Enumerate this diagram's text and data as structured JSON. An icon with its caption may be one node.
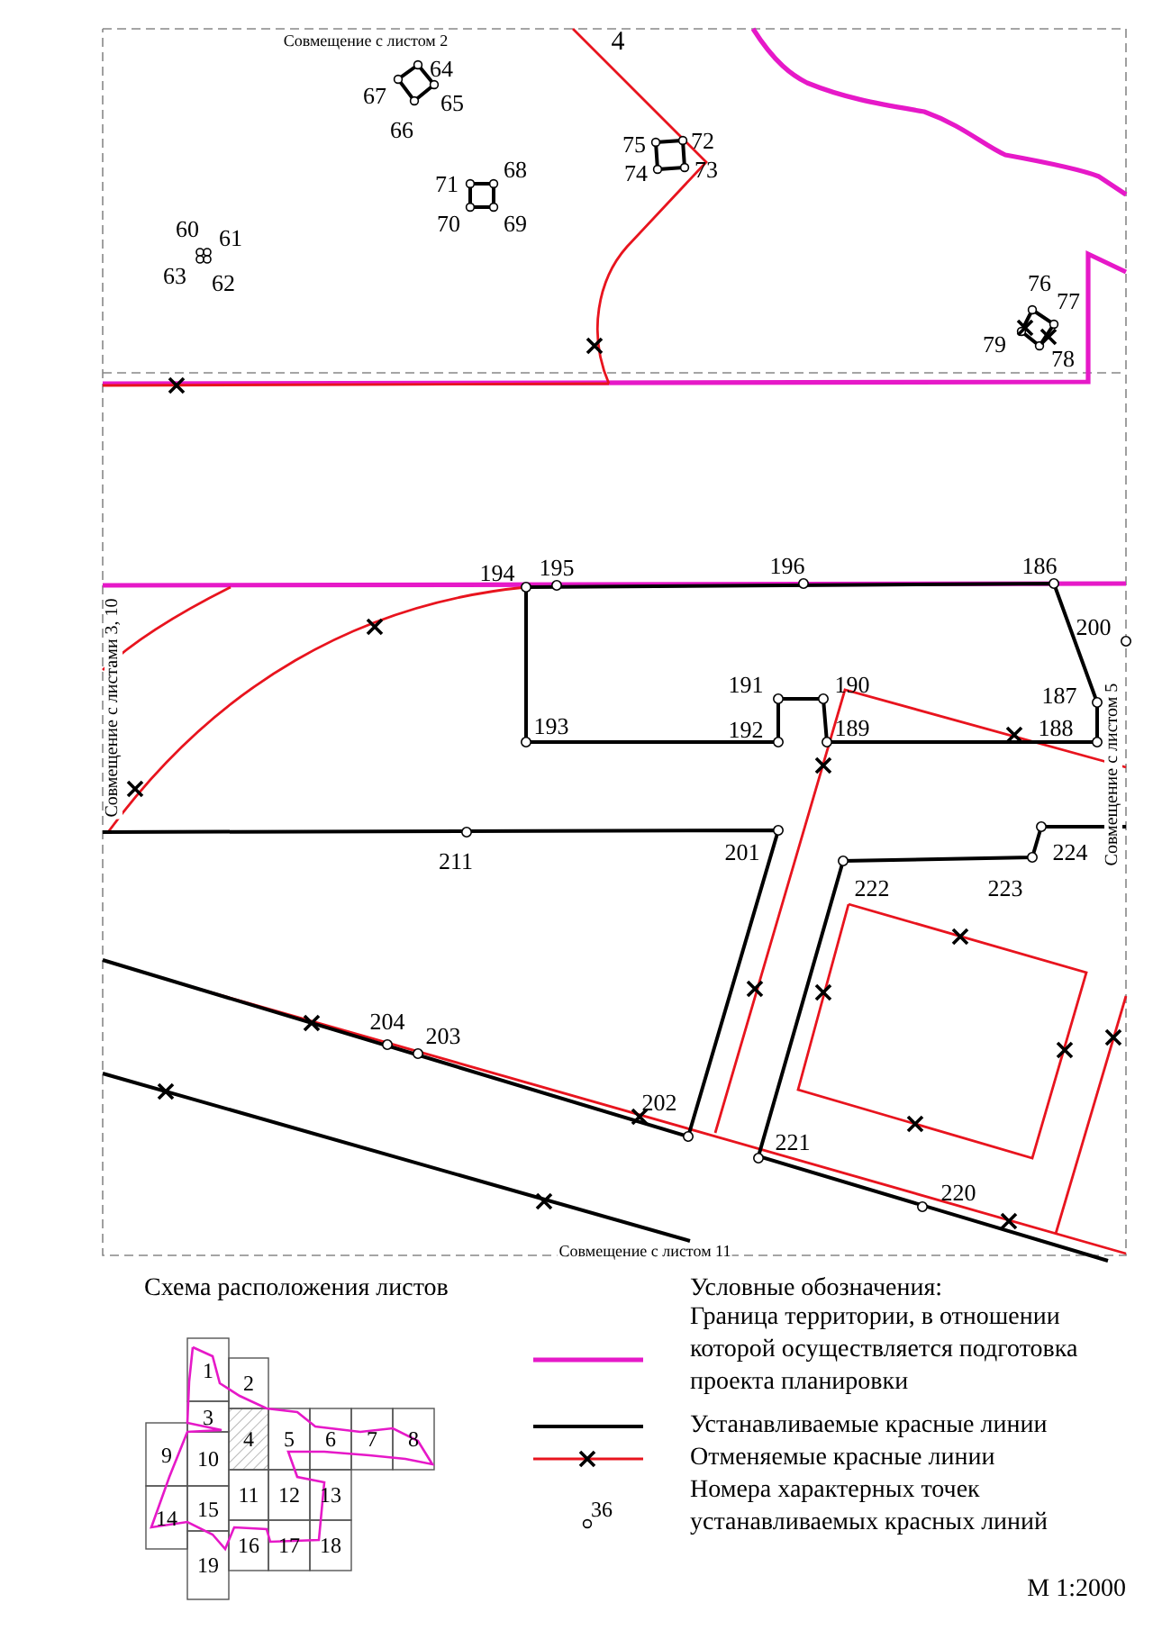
{
  "diagram": {
    "labels": [
      "Совмещение с листом 2",
      "4",
      "64",
      "67",
      "65",
      "66",
      "68",
      "71",
      "60",
      "61",
      "70",
      "69",
      "63",
      "62",
      "75",
      "72",
      "74",
      "73",
      "76",
      "77",
      "79",
      "78",
      "194",
      "195",
      "196",
      "186",
      "200",
      "Совмещение с листами 3, 10",
      "191",
      "190",
      "187",
      "192",
      "189",
      "188",
      "Совмещение с листом 5",
      "193",
      "211",
      "201",
      "224",
      "222",
      "223",
      "204",
      "203",
      "202",
      "221",
      "220",
      "Совмещение с листом 11",
      "Схема расположения листов",
      "Условные обозначения:",
      "1",
      "2",
      "3",
      "4",
      "5",
      "6",
      "7",
      "8",
      "9",
      "10",
      "11",
      "12",
      "13",
      "14",
      "15",
      "16",
      "17",
      "18",
      "19",
      "36",
      "М 1:2000"
    ],
    "legend": [
      {
        "text": "Граница территории, в отношении которой осуществляется подготовка проекта планировки"
      },
      {
        "text": "Устанавливаемые красные линии"
      },
      {
        "text": "Отменяемые красные линии"
      },
      {
        "text": "Номера характерных точек устанавливаемых красных линий"
      }
    ]
  }
}
